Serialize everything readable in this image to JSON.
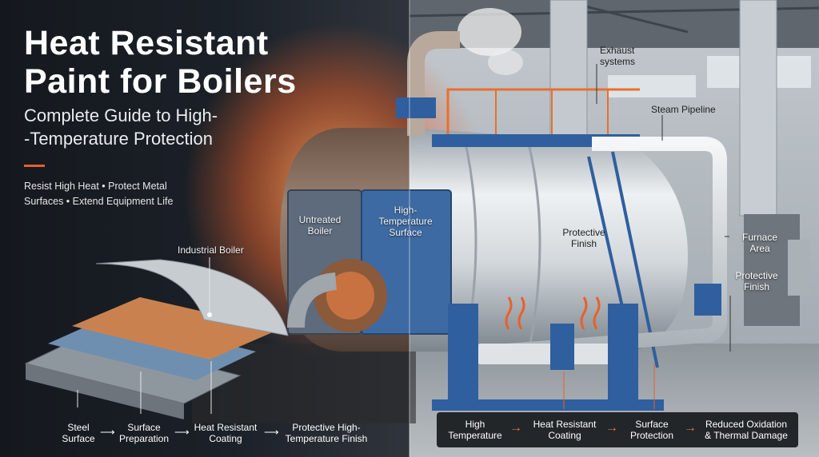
{
  "title_line1": "Heat Resistant",
  "title_line2": "Paint for Boilers",
  "subtitle_line1": "Complete Guide to High-",
  "subtitle_line2": "-Temperature Protection",
  "tagline_line1": "Resist High Heat • Protect Metal",
  "tagline_line2": "Surfaces • Extend Equipment Life",
  "labels": {
    "industrial_boiler": "Industrial Boiler",
    "untreated_1": "Untreated",
    "untreated_2": "Boiler",
    "hightemp_1": "High-",
    "hightemp_2": "Temperature",
    "hightemp_3": "Surface",
    "protective_center_1": "Protective",
    "protective_center_2": "Finish",
    "exhaust_1": "Exhaust",
    "exhaust_2": "systems",
    "steam_pipeline": "Steam Pipeline",
    "furnace_1": "Furnace",
    "furnace_2": "Area",
    "protective_right_1": "Protective",
    "protective_right_2": "Finish"
  },
  "layers": {
    "steel_1": "Steel",
    "steel_2": "Surface",
    "prep_1": "Surface",
    "prep_2": "Preparation",
    "coat_1": "Heat Resistant",
    "coat_2": "Coating",
    "finish_1": "Protective High-",
    "finish_2": "Temperature Finish"
  },
  "flow": {
    "s1_1": "High",
    "s1_2": "Temperature",
    "s2_1": "Heat Resistant",
    "s2_2": "Coating",
    "s3_1": "Surface",
    "s3_2": "Protection",
    "s4_1": "Reduced Oxidation",
    "s4_2": "& Thermal Damage"
  },
  "colors": {
    "accent_orange": "#e8602a",
    "steel_blue": "#2f5f9e",
    "dark_panel": "#15191e"
  },
  "icons": [
    "arrow-right-icon",
    "flame-icon",
    "valve-icon",
    "ladder-icon",
    "steam-icon"
  ]
}
